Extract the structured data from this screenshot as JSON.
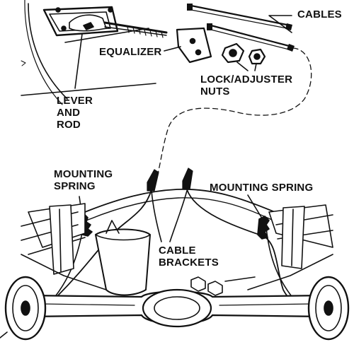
{
  "labels": {
    "cables": "CABLES",
    "equalizer": "EQUALIZER",
    "lock_adjuster_1": "LOCK/ADJUSTER",
    "lock_adjuster_2": "NUTS",
    "lever_1": "LEVER",
    "lever_2": "AND",
    "lever_3": "ROD",
    "mount_left_1": "MOUNTING",
    "mount_left_2": "SPRING",
    "mount_right": "MOUNTING SPRING",
    "brackets_1": "CABLE",
    "brackets_2": "BRACKETS"
  }
}
